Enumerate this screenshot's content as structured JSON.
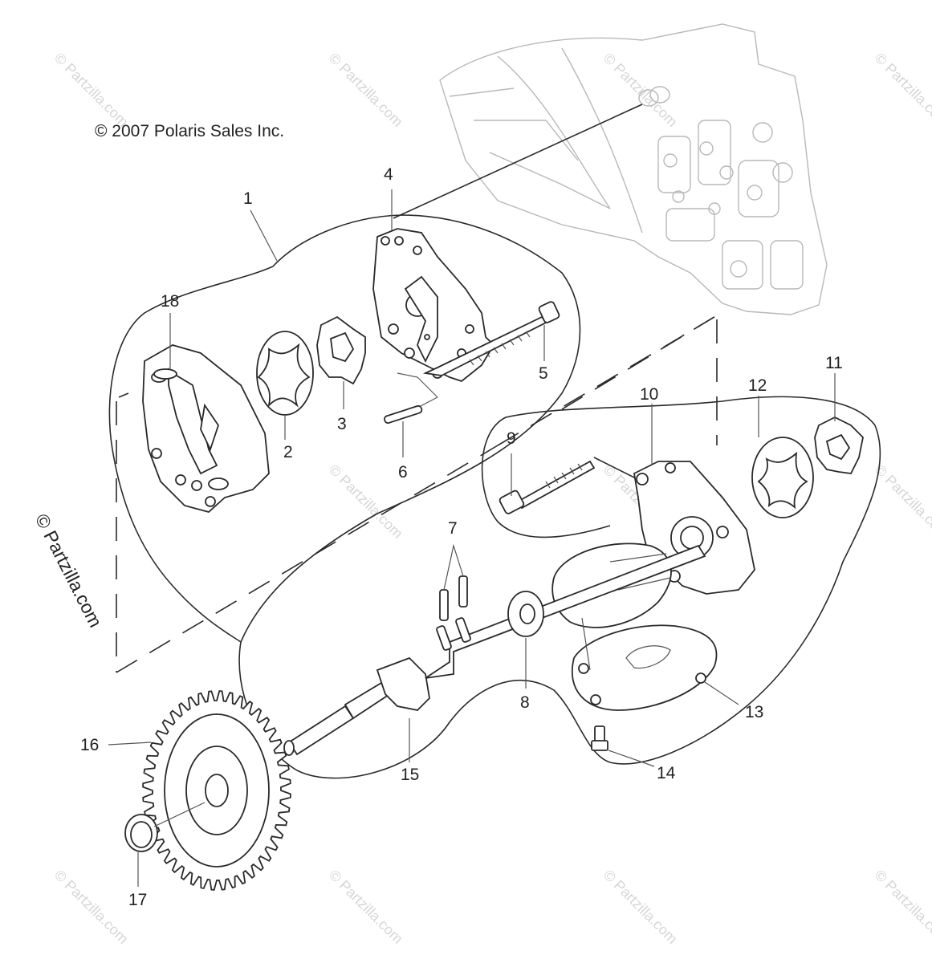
{
  "copyright": "© 2007 Polaris Sales Inc.",
  "side_watermark": "© Partzilla.com",
  "tile_watermark": "© Partzilla.com",
  "callouts": {
    "c1": "1",
    "c2": "2",
    "c3": "3",
    "c4": "4",
    "c5": "5",
    "c6": "6",
    "c7": "7",
    "c8": "8",
    "c9": "9",
    "c10": "10",
    "c11": "11",
    "c12": "12",
    "c13": "13",
    "c14": "14",
    "c15": "15",
    "c16": "16",
    "c17": "17",
    "c18": "18"
  }
}
